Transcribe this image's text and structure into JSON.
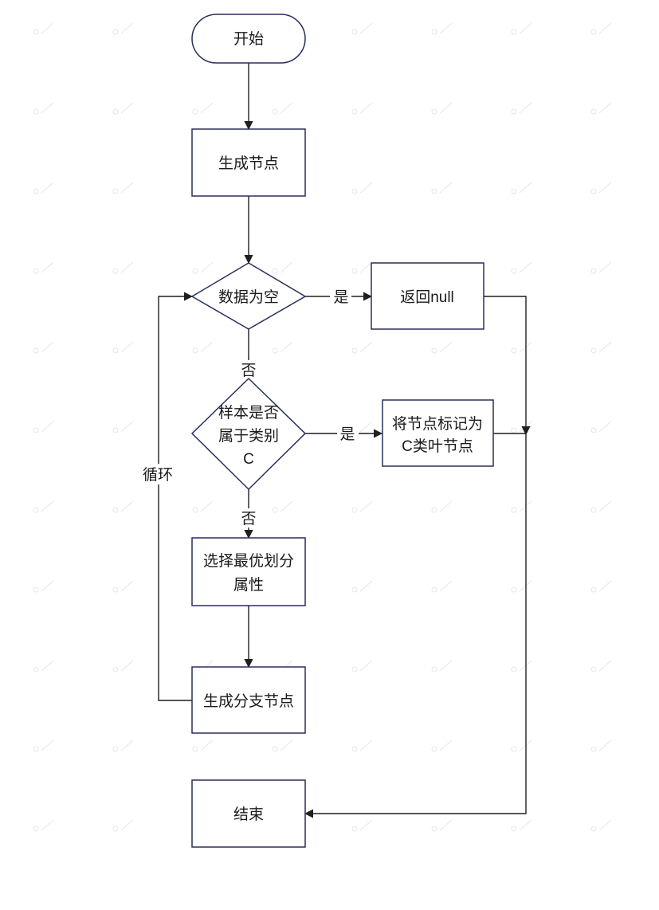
{
  "nodes": {
    "start": "开始",
    "create_node": "生成节点",
    "data_empty": "数据为空",
    "return_null": "返回null",
    "same_class": [
      "样本是否",
      "属于类别",
      "C"
    ],
    "mark_leaf": [
      "将节点标记为",
      "C类叶节点"
    ],
    "select_attr": [
      "选择最优划分",
      "属性"
    ],
    "branch_node": "生成分支节点",
    "end": "结束"
  },
  "edge_labels": {
    "yes_1": "是",
    "no_1": "否",
    "yes_2": "是",
    "no_2": "否",
    "loop": "循环"
  },
  "colors": {
    "node_border": "#2a2f5b",
    "line": "#1f1f1f",
    "text": "#1a1a1a"
  }
}
